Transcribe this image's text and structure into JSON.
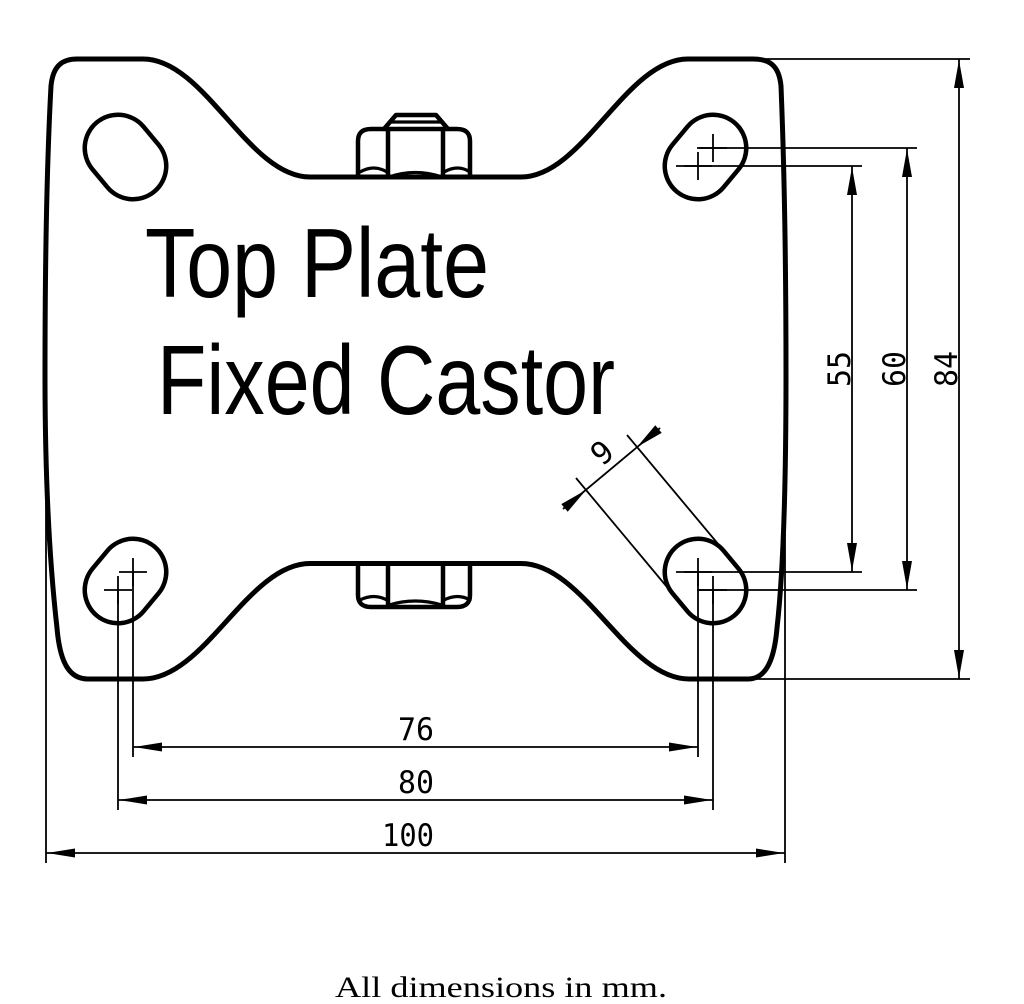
{
  "title": {
    "line1": "Top Plate",
    "line2": "Fixed Castor"
  },
  "note": "All dimensions in mm.",
  "units": "mm",
  "dimensions": {
    "bolt_spacing_vertical_inner": "55",
    "bolt_spacing_vertical_outer": "60",
    "plate_height": "84",
    "slot_width": "9",
    "bolt_spacing_horizontal_inner": "76",
    "bolt_spacing_horizontal_outer": "80",
    "plate_width": "100"
  },
  "colors": {
    "ink": "#000000",
    "paper": "#ffffff"
  }
}
